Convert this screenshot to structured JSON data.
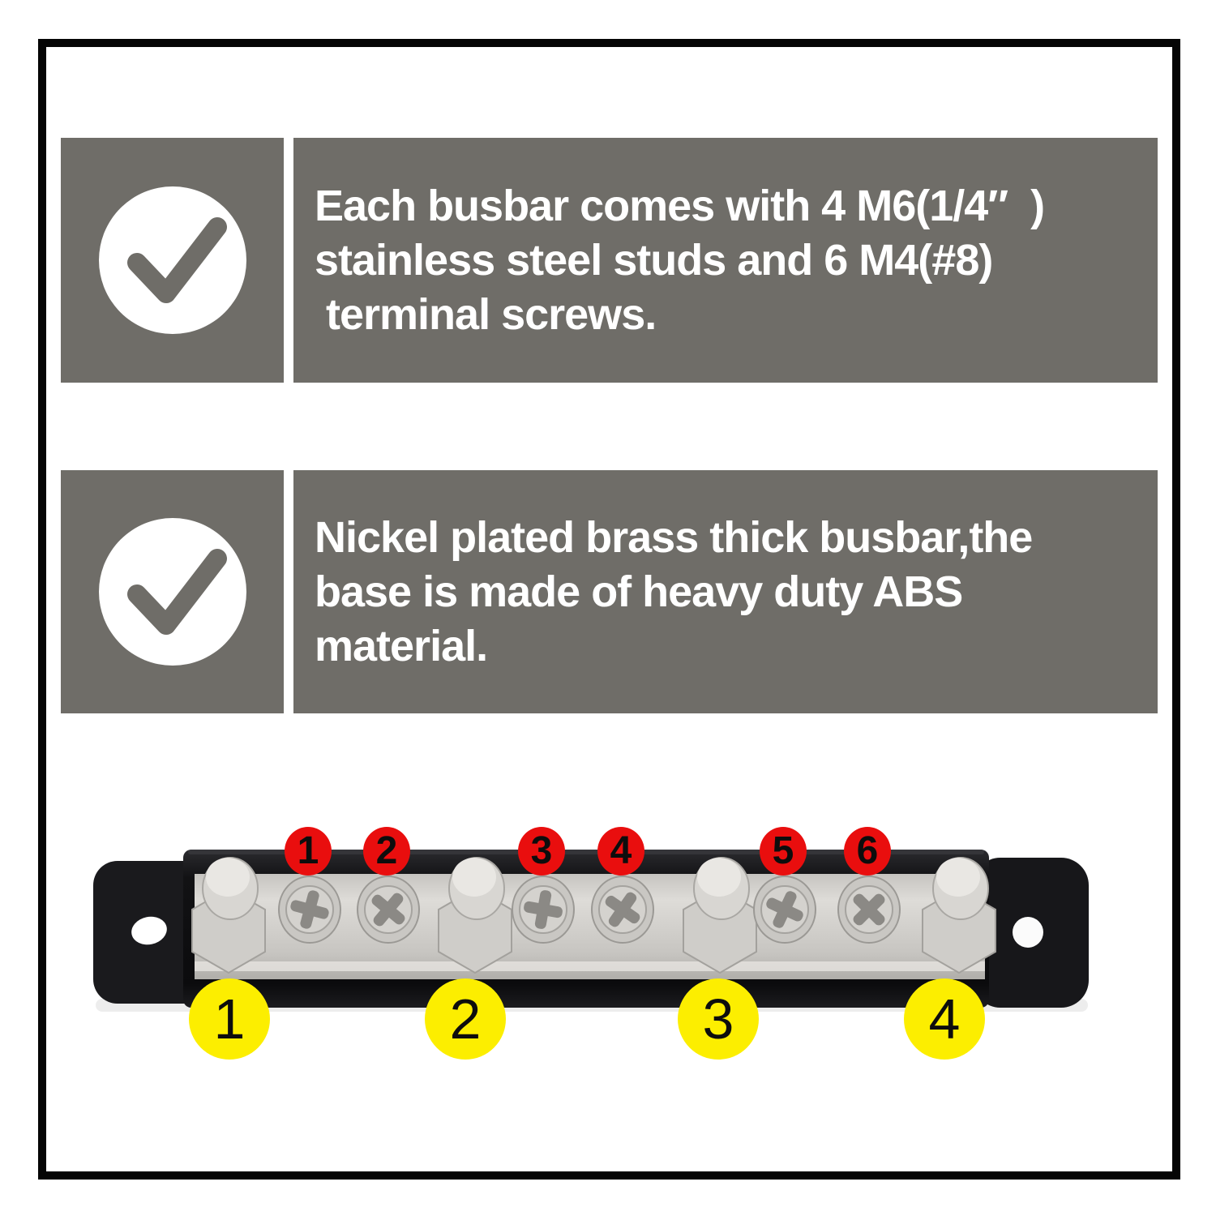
{
  "features": [
    {
      "icon": "check",
      "lines": [
        "Each busbar comes with 4 M6(1/4″  )",
        "stainless steel studs and 6 M4(#8)",
        " terminal screws."
      ]
    },
    {
      "icon": "check",
      "lines": [
        "Nickel plated brass thick busbar,the",
        "base is made of heavy duty ABS",
        "material."
      ]
    }
  ],
  "busbar": {
    "terminal_screw_labels": [
      "1",
      "2",
      "3",
      "4",
      "5",
      "6"
    ],
    "stud_labels": [
      "1",
      "2",
      "3",
      "4"
    ]
  },
  "colors": {
    "panel-gray": "#6F6D68",
    "badge-red": "#E90E0E",
    "badge-yellow": "#FCEE00",
    "frame-black": "#050505"
  }
}
